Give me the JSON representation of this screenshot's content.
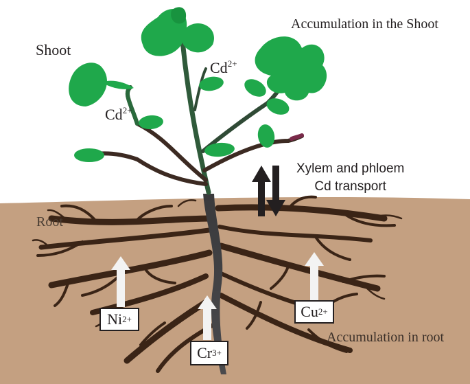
{
  "labels": {
    "shoot": "Shoot",
    "accumulation_shoot": "Accumulation in the Shoot",
    "cd_upper": {
      "base": "Cd",
      "charge": "2+"
    },
    "cd_left": {
      "base": "Cd",
      "charge": "2+"
    },
    "transport_line1": "Xylem and phloem",
    "transport_line2": "Cd transport",
    "root": "Root",
    "accumulation_root": "Accumulation in root"
  },
  "ions": [
    {
      "id": "ni",
      "base": "Ni",
      "charge": "2+"
    },
    {
      "id": "cr",
      "base": "Cr",
      "charge": "3+"
    },
    {
      "id": "cu",
      "base": "Cu",
      "charge": "2+"
    }
  ],
  "colors": {
    "soil": "#c4a081",
    "leaf": "#1fa84b",
    "stem": "#3c2a22",
    "root": "#3a2416",
    "arrow_white": "#f3f3f3",
    "arrow_black": "#231f20"
  }
}
